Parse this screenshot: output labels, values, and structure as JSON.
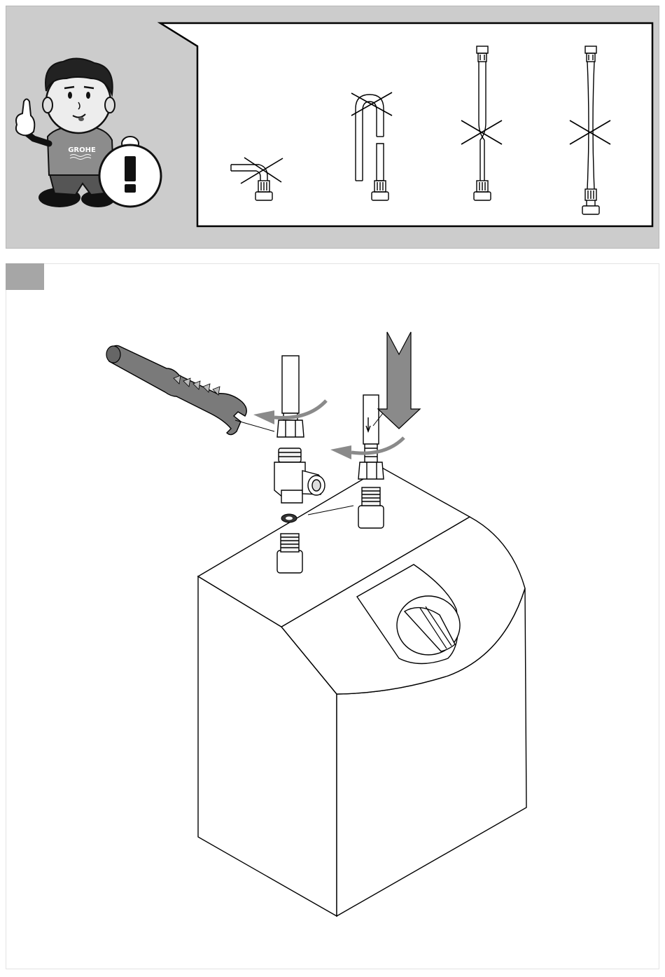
{
  "mascot": {
    "shirt_logo": "GROHE",
    "warning_symbol": "!"
  },
  "hose_examples": [
    {
      "state": "kinked",
      "allowed": false
    },
    {
      "state": "bent",
      "allowed": false
    },
    {
      "state": "twisted",
      "allowed": false
    },
    {
      "state": "stretched",
      "allowed": false
    }
  ],
  "colors": {
    "panel_gray": "#cccccc",
    "step_tab_gray": "#a6a6a6",
    "arrow_gray": "#8a8a8a",
    "line": "#000000"
  }
}
